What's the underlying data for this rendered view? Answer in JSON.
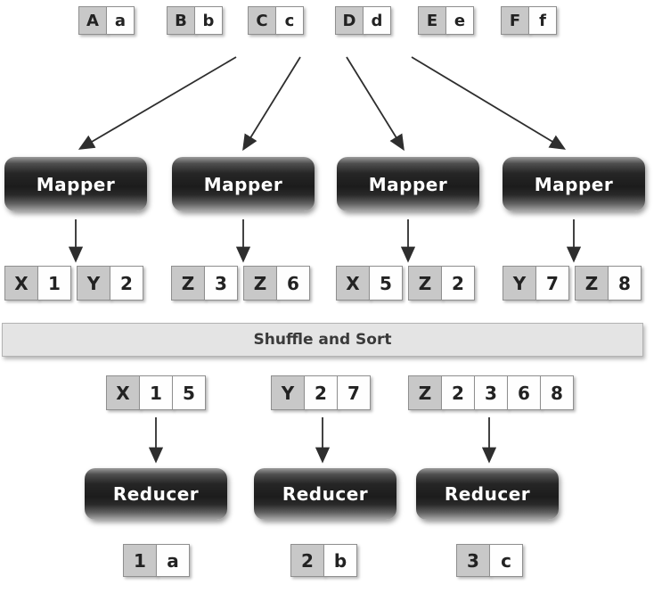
{
  "inputs": [
    {
      "key": "A",
      "value": "a"
    },
    {
      "key": "B",
      "value": "b"
    },
    {
      "key": "C",
      "value": "c"
    },
    {
      "key": "D",
      "value": "d"
    },
    {
      "key": "E",
      "value": "e"
    },
    {
      "key": "F",
      "value": "f"
    }
  ],
  "mappers": {
    "labels": [
      "Mapper",
      "Mapper",
      "Mapper",
      "Mapper"
    ],
    "outputs": [
      [
        {
          "key": "X",
          "value": "1"
        },
        {
          "key": "Y",
          "value": "2"
        }
      ],
      [
        {
          "key": "Z",
          "value": "3"
        },
        {
          "key": "Z",
          "value": "6"
        }
      ],
      [
        {
          "key": "X",
          "value": "5"
        },
        {
          "key": "Z",
          "value": "2"
        }
      ],
      [
        {
          "key": "Y",
          "value": "7"
        },
        {
          "key": "Z",
          "value": "8"
        }
      ]
    ]
  },
  "shuffle": {
    "label": "Shuffle and Sort"
  },
  "groups": [
    {
      "key": "X",
      "values": [
        "1",
        "5"
      ]
    },
    {
      "key": "Y",
      "values": [
        "2",
        "7"
      ]
    },
    {
      "key": "Z",
      "values": [
        "2",
        "3",
        "6",
        "8"
      ]
    }
  ],
  "reducers": {
    "labels": [
      "Reducer",
      "Reducer",
      "Reducer"
    ]
  },
  "outputs": [
    {
      "key": "1",
      "value": "a"
    },
    {
      "key": "2",
      "value": "b"
    },
    {
      "key": "3",
      "value": "c"
    }
  ],
  "colors": {
    "key_cell": "#c8c8c8",
    "value_cell": "#fefefe",
    "cell_border": "#8f8f8f",
    "cell_text": "#222222",
    "box_text": "#ffffff",
    "bar_bg": "#e4e4e4",
    "bar_border": "#b3b3b3",
    "bar_text": "#3a3a3a",
    "arrow": "#2e2e2e"
  }
}
